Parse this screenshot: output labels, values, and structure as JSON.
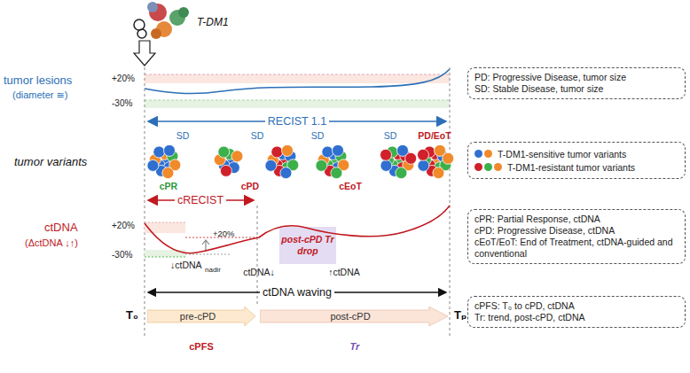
{
  "diagram": {
    "nodes": [
      {
        "text": [
          "PD: Progressive Disease, tumor size",
          "SD: Stable Disease, tumor size"
        ]
      },
      {
        "text": [
          "cPR: Partial Response, ctDNA",
          "cPD: Progressive Disease, ctDNA",
          "cEoT/EoT: End of Treatment, ctDNA-guided and conventional"
        ]
      },
      {
        "text": [
          "cPFS: T₀ to cPD, ctDNA",
          "Tr: trend, post-cPD, ctDNA"
        ]
      },
      {
        "text": [
          "pre-cPD"
        ]
      },
      {
        "text": [
          "post-cPD"
        ]
      },
      {
        "text": [
          "post-cPD Tr drop"
        ]
      }
    ],
    "labels": [
      "T-DM1",
      "tumor lesions",
      "(diameter ≅)",
      "+20%",
      "-30%",
      "RECIST 1.1",
      "SD",
      "SD",
      "SD",
      "SD",
      "PD/EoT",
      "tumor variants",
      "cPR",
      "cPD",
      "cEoT",
      "cRECIST",
      "ctDNA",
      "(ΔctDNA ↓↑)",
      "+20%",
      "-30%",
      "+20%",
      "↓ctDNA",
      "nadir",
      "ctDNA↓",
      "↑ctDNA",
      "ctDNA waving",
      "T₀",
      "Tₚ",
      "cPFS",
      "Tr"
    ],
    "legend": [
      {
        "text": "T-DM1-sensitive tumor variants",
        "color": "#2f6fcf"
      },
      {
        "text": "T-DM1-resistant tumor variants",
        "color": "#d0202a"
      }
    ]
  }
}
